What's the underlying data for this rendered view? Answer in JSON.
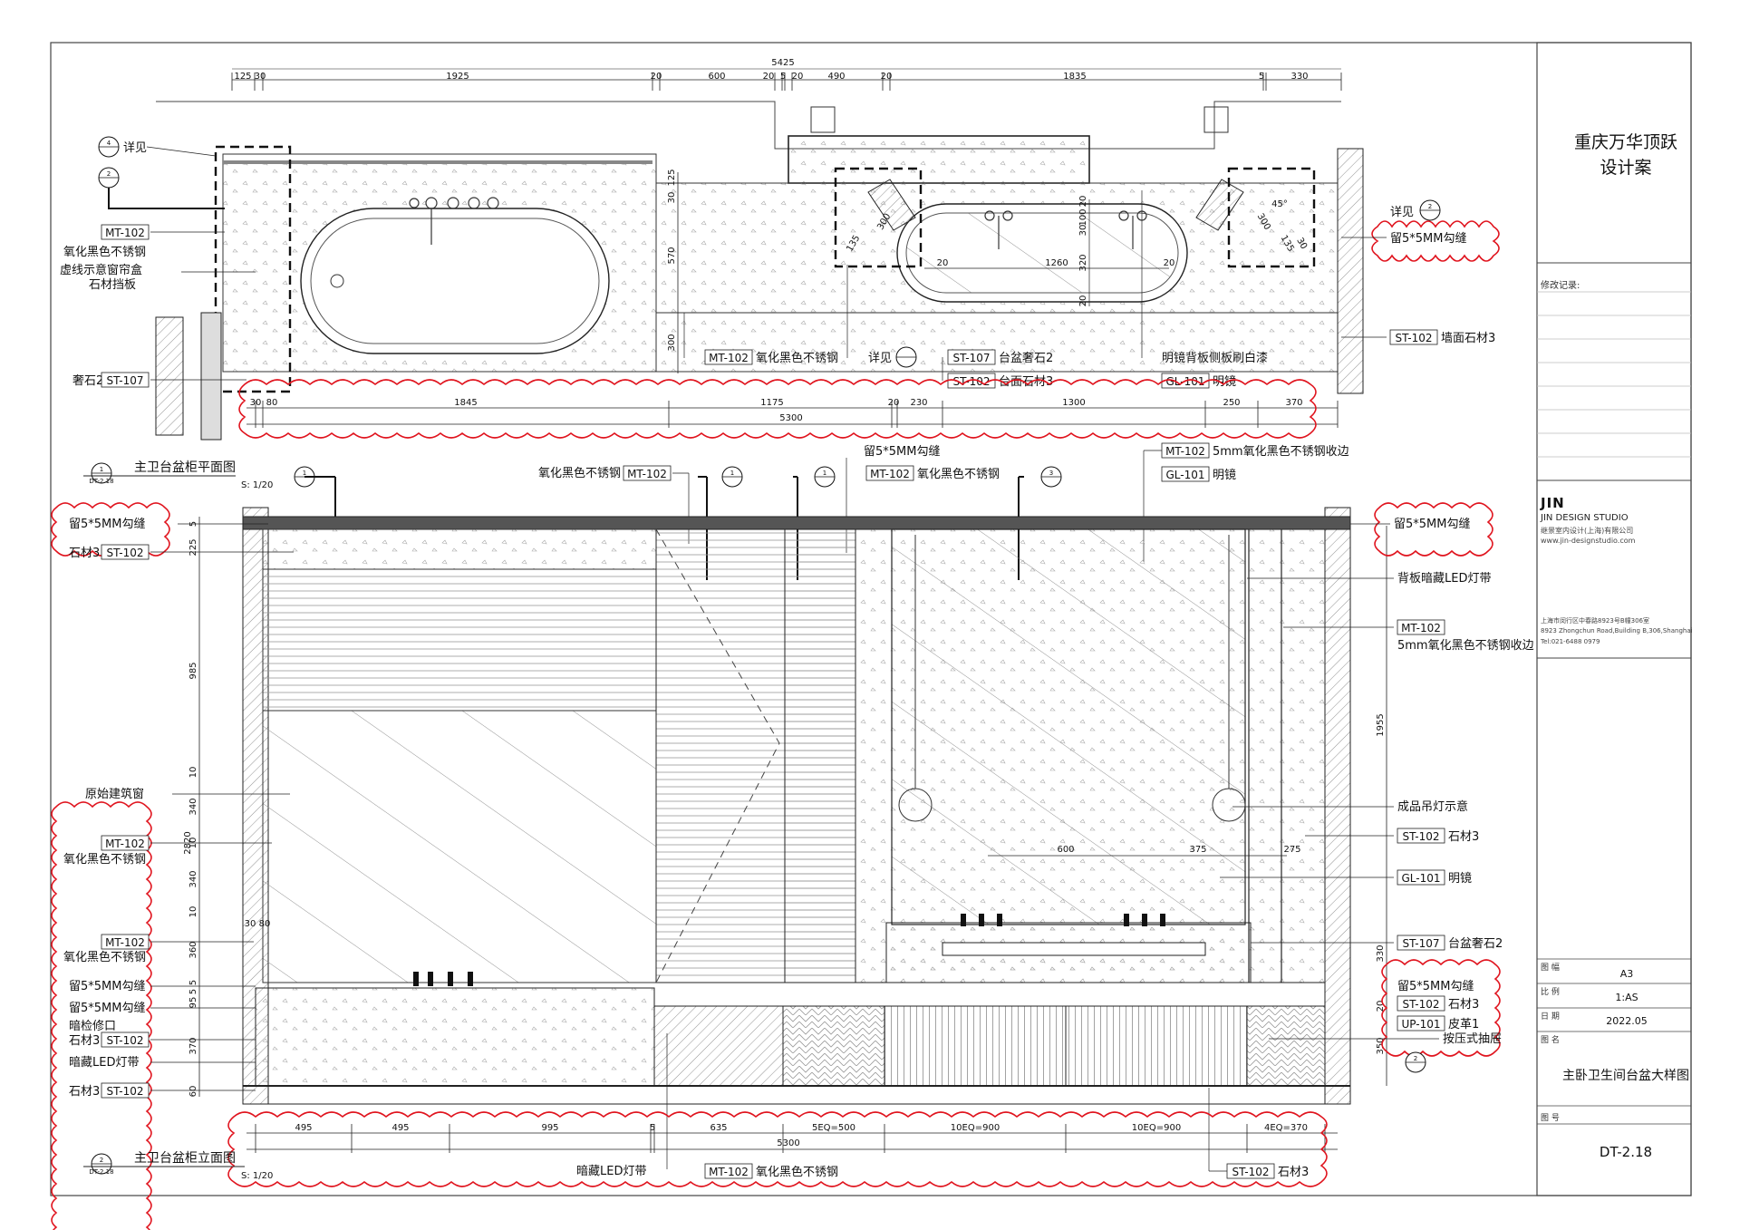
{
  "titleblock": {
    "project_line1": "重庆万华顶跃",
    "project_line2": "设计案",
    "revision_label": "修改记录:",
    "studio_logo": "JIN",
    "studio_name": "JIN DESIGN STUDIO",
    "studio_cn": "继景室内设计(上海)有限公司",
    "website": "www.jin-designstudio.com",
    "address_cn": "上海市闵行区中春路8923号B幢306室",
    "address_en": "8923 Zhongchun Road,Building B,306,Shanghai",
    "tel": "Tel:021-6488 0979",
    "size_label": "图 幅",
    "size_value": "A3",
    "scale_label": "比 例",
    "scale_value": "1:AS",
    "date_label": "日 期",
    "date_value": "2022.05",
    "name_label": "图 名",
    "drawing_name": "主卧卫生间台盆大样图",
    "number_label": "图 号",
    "drawing_number": "DT-2.18"
  },
  "plan": {
    "title": "主卫台盆柜平面图",
    "tag_num": "1",
    "tag_ref": "DT-2.18",
    "scale": "S: 1/20",
    "top_dims": [
      "125",
      "30",
      "1925",
      "20",
      "600",
      "20",
      "5",
      "20",
      "490",
      "20",
      "1835",
      "5",
      "330"
    ],
    "total_top": "5425",
    "bottom_dims": [
      "30",
      "80",
      "1845",
      "1175",
      "20",
      "230",
      "1300",
      "250",
      "370"
    ],
    "total_bottom": "5300",
    "left_v_dims": [
      "30",
      "125",
      "570",
      "300"
    ],
    "basin_dims": [
      "20",
      "1260",
      "20",
      "100",
      "30",
      "320",
      "20",
      "20"
    ],
    "angle_dims": [
      "300",
      "135",
      "45°",
      "300",
      "30",
      "135"
    ],
    "left_labels": {
      "detail": "详见",
      "detail_sym_num": "4",
      "detail_sym2_num": "2",
      "mt102_code": "MT-102",
      "mt102_desc": "氧化黑色不锈钢",
      "curtain": "虚线示意窗帘盒",
      "stone_board": "石材挡板",
      "st107_desc": "奢石2",
      "st107_code": "ST-107"
    },
    "bottom_labels": {
      "mt102_code": "MT-102",
      "mt102_desc": "氧化黑色不锈钢",
      "detail": "详见",
      "st107_code": "ST-107",
      "st107_desc": "台盆奢石2",
      "st102_code": "ST-102",
      "st102_desc": "台面石材3",
      "mirror_note": "明镜背板侧板刷白漆",
      "gl101_code": "GL-101",
      "gl101_desc": "明镜"
    },
    "right_labels": {
      "detail": "详见",
      "detail_num": "2",
      "gap": "留5*5MM勾缝",
      "st102_code": "ST-102",
      "st102_desc": "墙面石材3"
    }
  },
  "elevation": {
    "title": "主卫台盆柜立面图",
    "tag_num": "2",
    "tag_ref": "DT-2.18",
    "scale": "S: 1/20",
    "top_labels": {
      "mt102_left_desc": "氧化黑色不锈钢",
      "mt102_code": "MT-102",
      "gap_top": "留5*5MM勾缝",
      "mt102_mid_code": "MT-102",
      "mt102_mid_desc": "氧化黑色不锈钢",
      "mt102_right_code": "MT-102",
      "mt102_right_desc": "5mm氧化黑色不锈钢收边",
      "gl101_code": "GL-101",
      "gl101_desc": "明镜",
      "sym_nums": [
        "1",
        "1",
        "1",
        "3"
      ]
    },
    "left_labels": {
      "gap1": "留5*5MM勾缝",
      "stone3": "石材3",
      "st102_code": "ST-102",
      "window": "原始建筑窗",
      "mt102_code": "MT-102",
      "mt102_desc": "氧化黑色不锈钢",
      "mt102b_code": "MT-102",
      "mt102b_desc": "氧化黑色不锈钢",
      "gap2": "留5*5MM勾缝",
      "gap3": "留5*5MM勾缝",
      "access": "暗检修口",
      "stone3b": "石材3",
      "st102b_code": "ST-102",
      "led": "暗藏LED灯带",
      "stone3c": "石材3",
      "st102c_code": "ST-102"
    },
    "right_labels": {
      "gap": "留5*5MM勾缝",
      "led_back": "背板暗藏LED灯带",
      "mt102_code": "MT-102",
      "mt102_desc": "5mm氧化黑色不锈钢收边",
      "pendant": "成品吊灯示意",
      "st102_code": "ST-102",
      "st102_desc": "石材3",
      "gl101_code": "GL-101",
      "gl101_desc": "明镜",
      "st107_code": "ST-107",
      "st107_desc": "台盆奢石2",
      "gap2": "留5*5MM勾缝",
      "st102b_code": "ST-102",
      "st102b_desc": "石材3",
      "up101_code": "UP-101",
      "up101_desc": "皮革1",
      "push_drawer": "按压式抽屉",
      "sym_num": "2"
    },
    "left_v_dims": [
      "5",
      "225",
      "985",
      "10",
      "340",
      "10",
      "340",
      "10",
      "360",
      "5",
      "5",
      "95",
      "370",
      "60"
    ],
    "total_left": "2820",
    "right_v_dims": [
      "1955",
      "330",
      "20",
      "350"
    ],
    "mirror_dims": [
      "600",
      "375",
      "275"
    ],
    "small_dims": [
      "30",
      "80"
    ],
    "bottom_dims": [
      "495",
      "495",
      "995",
      "5",
      "635",
      "5EQ=500",
      "10EQ=900",
      "10EQ=900",
      "4EQ=370"
    ],
    "total_bottom": "5300",
    "bottom_labels": {
      "led": "暗藏LED灯带",
      "mt102_code": "MT-102",
      "mt102_desc": "氧化黑色不锈钢",
      "st102_code": "ST-102",
      "st102_desc": "石材3"
    }
  }
}
